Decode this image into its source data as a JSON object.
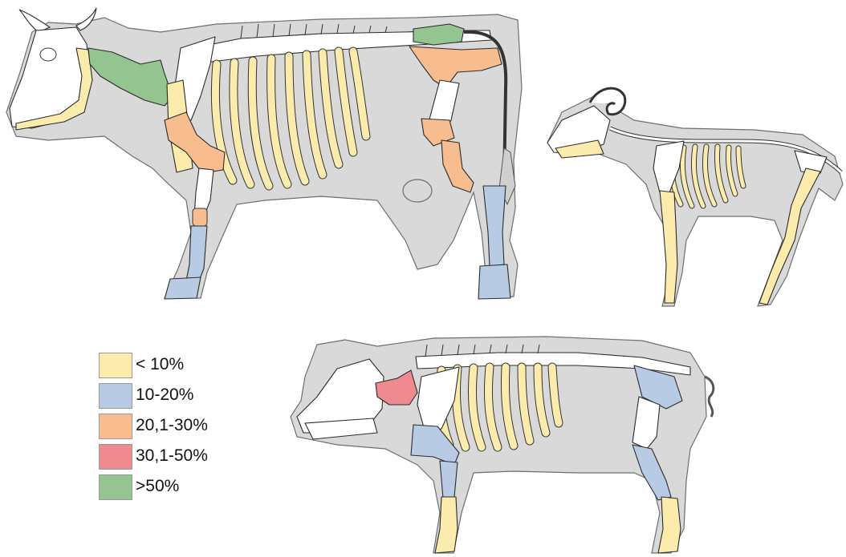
{
  "colors": {
    "lt10": "#fbecad",
    "p10_20": "#b8cbe4",
    "p20_30": "#f8bd8e",
    "p30_50": "#ee8a90",
    "gt50": "#94c591",
    "bone_white": "#ffffff",
    "silhouette": "#d9d9d9"
  },
  "legend": [
    {
      "label": "< 10%",
      "color": "#fbecad"
    },
    {
      "label": "10-20%",
      "color": "#b8cbe4"
    },
    {
      "label": "20,1-30%",
      "color": "#f8bd8e"
    },
    {
      "label": "30,1-50%",
      "color": "#ee8a90"
    },
    {
      "label": ">50%",
      "color": "#94c591"
    }
  ]
}
